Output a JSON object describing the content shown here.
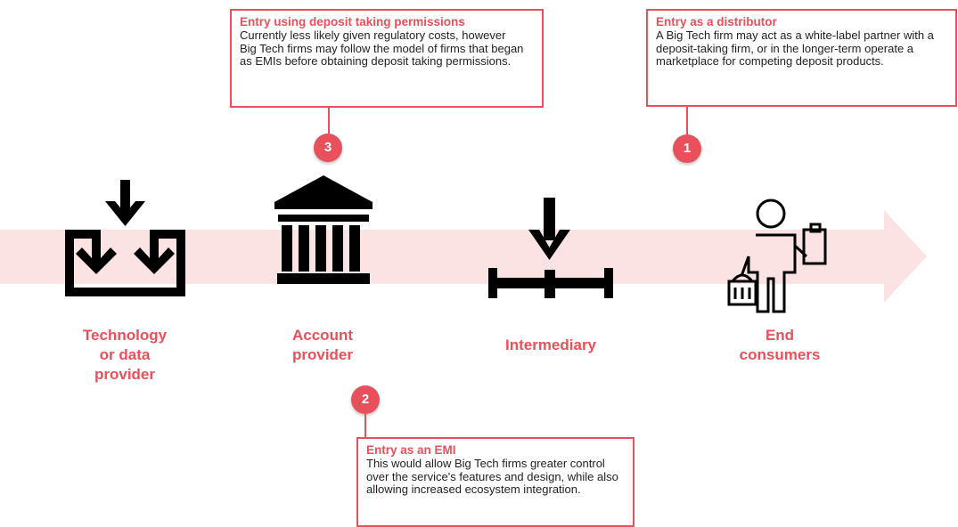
{
  "stages": [
    {
      "label_line1": "Technology",
      "label_line2": "or data",
      "label_line3": "provider",
      "icon": "download-merge-icon"
    },
    {
      "label_line1": "Account",
      "label_line2": "provider",
      "icon": "bank-icon"
    },
    {
      "label_line1": "Intermediary",
      "icon": "download-into-line-icon"
    },
    {
      "label_line1": "End",
      "label_line2": "consumers",
      "icon": "shopper-icon"
    }
  ],
  "callouts": [
    {
      "number": "3",
      "title": "Entry using deposit taking permissions",
      "text": "Currently less likely given regulatory costs, however Big Tech firms may follow the model of firms that began as EMIs before obtaining deposit taking permissions."
    },
    {
      "number": "1",
      "title": "Entry as a distributor",
      "text": "A Big Tech firm may act as a white-label partner with a deposit-taking firm, or in the longer-term operate a marketplace for competing deposit products."
    },
    {
      "number": "2",
      "title": "Entry as an EMI",
      "text": "This would allow Big Tech firms greater control over the service's features and design, while also allowing increased ecosystem integration."
    }
  ],
  "colors": {
    "accent": "#e8505b",
    "band": "#fbe3e4",
    "icon": "#000000"
  }
}
